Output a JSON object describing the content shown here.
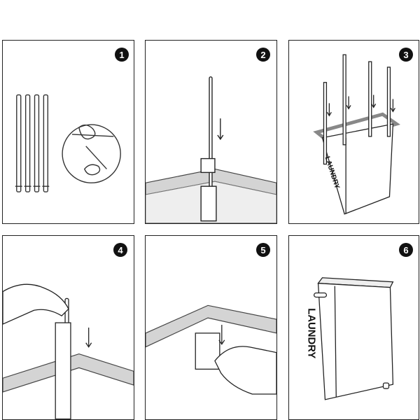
{
  "steps": [
    {
      "number": "1"
    },
    {
      "number": "2"
    },
    {
      "number": "3"
    },
    {
      "number": "4"
    },
    {
      "number": "5"
    },
    {
      "number": "6"
    }
  ],
  "hamper_label": "LAUNDRY",
  "colors": {
    "line": "#222222",
    "rim": "#888888",
    "fabric": "#dddddd"
  }
}
